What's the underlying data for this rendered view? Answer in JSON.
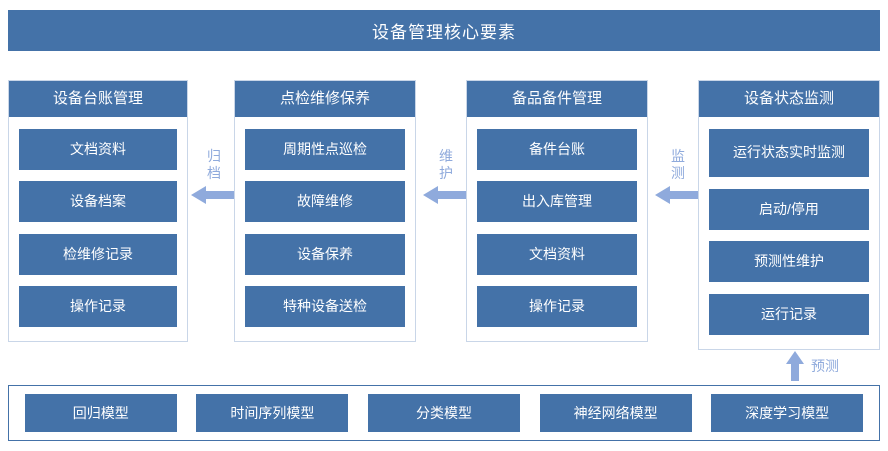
{
  "title": "设备管理核心要素",
  "theme": {
    "primary": "#4472A8",
    "arrow": "#8FAADC",
    "border": "#C9D6E8",
    "text_on_primary": "#FFFFFF"
  },
  "columns": [
    {
      "header": "设备台账管理",
      "items": [
        "文档资料",
        "设备档案",
        "检维修记录",
        "操作记录"
      ]
    },
    {
      "header": "点检维修保养",
      "items": [
        "周期性点巡检",
        "故障维修",
        "设备保养",
        "特种设备送检"
      ]
    },
    {
      "header": "备品备件管理",
      "items": [
        "备件台账",
        "出入库管理",
        "文档资料",
        "操作记录"
      ]
    },
    {
      "header": "设备状态监测",
      "items": [
        "运行状态实时监测",
        "启动/停用",
        "预测性维护",
        "运行记录"
      ]
    }
  ],
  "connectors": [
    {
      "label": "归档",
      "direction": "left"
    },
    {
      "label": "维护",
      "direction": "left"
    },
    {
      "label": "监测",
      "direction": "left"
    }
  ],
  "connector_up": {
    "label": "预测",
    "direction": "up"
  },
  "models": [
    "回归模型",
    "时间序列模型",
    "分类模型",
    "神经网络模型",
    "深度学习模型"
  ]
}
